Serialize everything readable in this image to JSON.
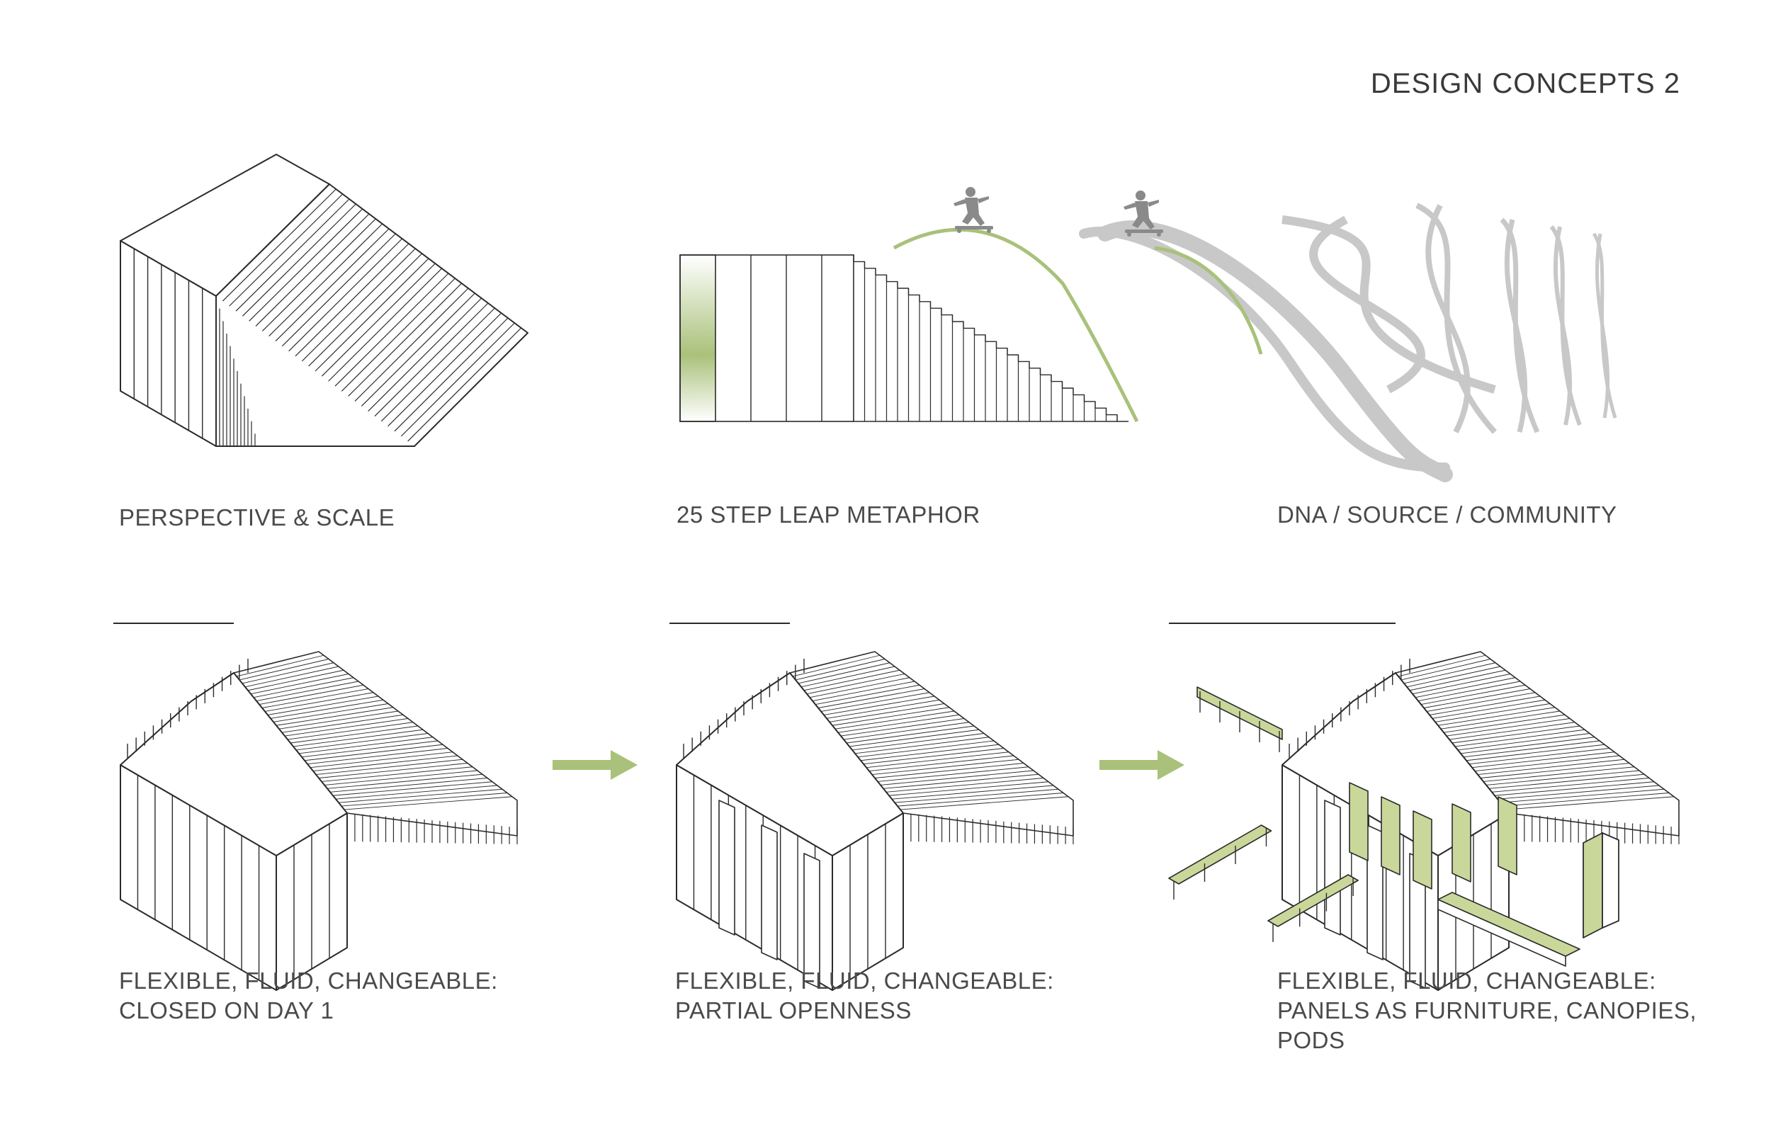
{
  "sheet_title": "DESIGN CONCEPTS 2",
  "colors": {
    "accent_green": "#a9c17a",
    "green_fill": "#c9d89a",
    "line": "#2b2b2b",
    "dna_gray": "#c8c8c8",
    "text": "#4a4a4a"
  },
  "panels": [
    {
      "id": "perspective",
      "caption": "PERSPECTIVE & SCALE"
    },
    {
      "id": "leap",
      "caption": "25 STEP LEAP METAPHOR"
    },
    {
      "id": "dna",
      "caption": "DNA / SOURCE / COMMUNITY"
    },
    {
      "id": "closed",
      "caption": "FLEXIBLE, FLUID, CHANGEABLE:\nCLOSED ON DAY 1"
    },
    {
      "id": "partial",
      "caption": "FLEXIBLE, FLUID, CHANGEABLE:\nPARTIAL OPENNESS"
    },
    {
      "id": "furniture",
      "caption": "FLEXIBLE, FLUID, CHANGEABLE:\nPANELS AS FURNITURE, CANOPIES,\nPODS"
    }
  ],
  "icons": {
    "arrow1": "arrow-right-icon",
    "arrow2": "arrow-right-icon",
    "skater": "skateboarder-icon"
  }
}
